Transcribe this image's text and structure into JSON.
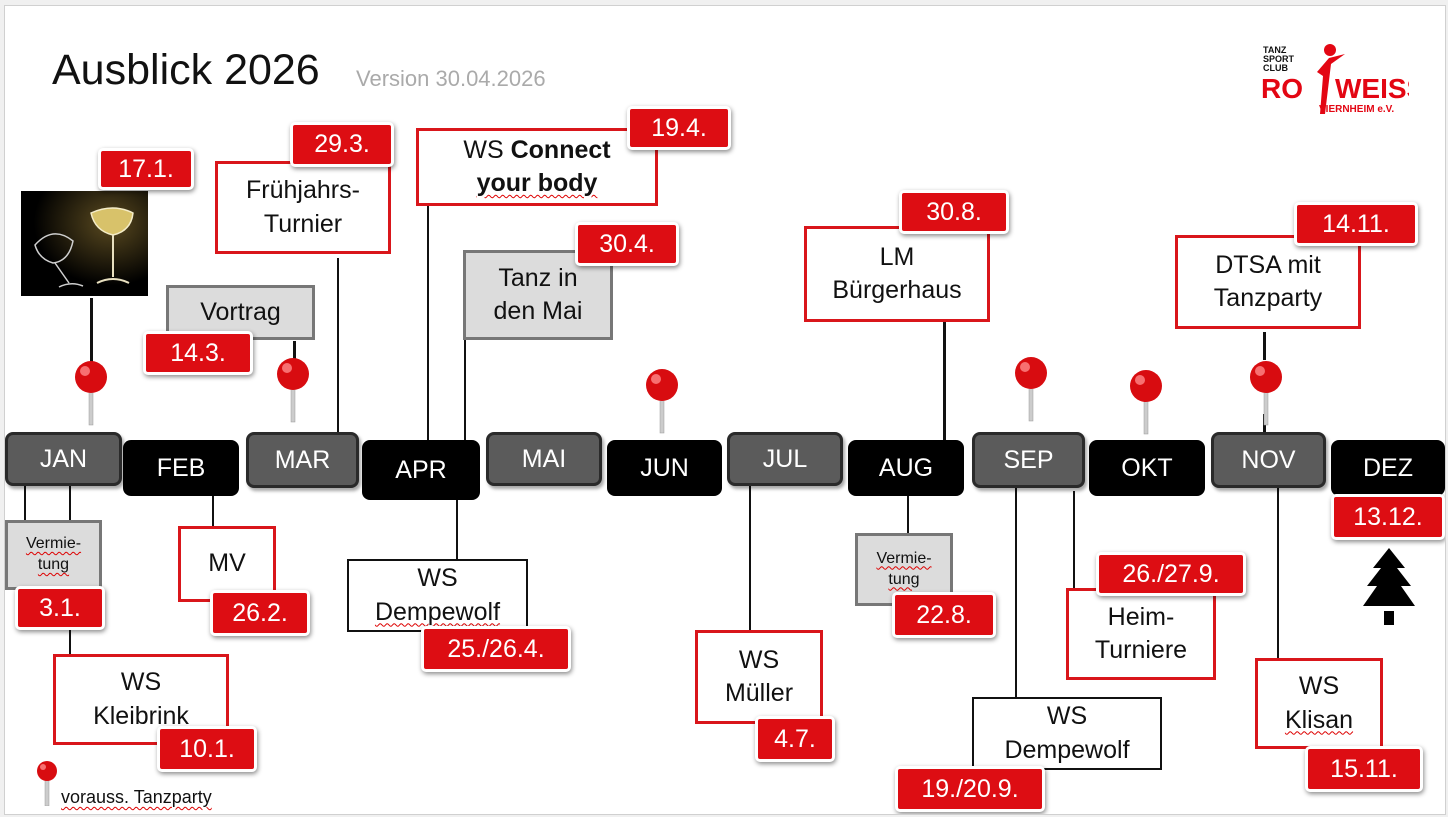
{
  "header": {
    "title": "Ausblick 2026",
    "version": "Version 30.04.2026"
  },
  "logo": {
    "line1": "TANZ",
    "line2": "SPORT",
    "line3": "CLUB",
    "word_left": "RO",
    "word_right": "WEISS",
    "sub": "VIERNHEIM e.V.",
    "color": "#e30613"
  },
  "months": [
    {
      "label": "JAN",
      "style": "grey"
    },
    {
      "label": "FEB",
      "style": "black"
    },
    {
      "label": "MAR",
      "style": "grey"
    },
    {
      "label": "APR",
      "style": "black"
    },
    {
      "label": "MAI",
      "style": "grey"
    },
    {
      "label": "JUN",
      "style": "black"
    },
    {
      "label": "JUL",
      "style": "grey"
    },
    {
      "label": "AUG",
      "style": "black"
    },
    {
      "label": "SEP",
      "style": "grey"
    },
    {
      "label": "OKT",
      "style": "black"
    },
    {
      "label": "NOV",
      "style": "grey"
    },
    {
      "label": "DEZ",
      "style": "black"
    }
  ],
  "events": {
    "neujahr": {
      "date": "17.1.",
      "image": "champagne-glasses"
    },
    "vortrag": {
      "label": "Vortrag",
      "date": "14.3."
    },
    "fruehjahr": {
      "line1": "Frühjahrs-",
      "line2": "Turnier",
      "date": "29.3."
    },
    "connect": {
      "prefix": "WS ",
      "bold1": "Connect",
      "bold2": "your body",
      "date": "19.4."
    },
    "tanz_mai": {
      "line1": "Tanz in",
      "line2": "den Mai",
      "date": "30.4."
    },
    "lm": {
      "line1": "LM",
      "line2": "Bürgerhaus",
      "date": "30.8."
    },
    "dtsa": {
      "line1": "DTSA mit",
      "line2": "Tanzparty",
      "date": "14.11."
    },
    "vermietung_jan": {
      "line1": "Vermie-",
      "line2": "tung",
      "date": "3.1."
    },
    "kleibrink": {
      "line1": "WS",
      "line2": "Kleibrink",
      "date": "10.1."
    },
    "mv": {
      "label": "MV",
      "date": "26.2."
    },
    "dempewolf_apr": {
      "line1": "WS",
      "line2": "Dempewolf",
      "date": "25./26.4."
    },
    "mueller": {
      "line1": "WS",
      "line2": "Müller",
      "date": "4.7."
    },
    "vermietung_aug": {
      "line1": "Vermie-",
      "line2": "tung",
      "date": "22.8."
    },
    "dempewolf_sep": {
      "line1": "WS",
      "line2": "Dempewolf",
      "date": "19./20.9."
    },
    "heim": {
      "line1": "Heim-",
      "line2": "Turniere",
      "date": "26./27.9."
    },
    "klisan": {
      "line1": "WS",
      "line2": "Klisan",
      "date": "15.11."
    },
    "weihnacht": {
      "date": "13.12.",
      "icon": "christmas-tree-icon"
    }
  },
  "legend": {
    "text": "vorauss. Tanzparty",
    "icon": "pin-icon"
  },
  "colors": {
    "accent_red": "#dd0d13",
    "box_border_red": "#d9161b",
    "month_grey": "#5b5b5b",
    "month_black": "#000000",
    "vermietung_grey": "#dcdcdc"
  }
}
